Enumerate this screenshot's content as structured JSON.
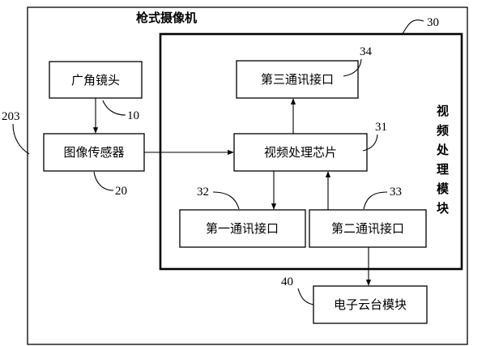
{
  "title": "枪式摄像机",
  "module_label": [
    "视",
    "频",
    "处",
    "理",
    "模",
    "块"
  ],
  "blocks": {
    "wide_angle_lens": "广角镜头",
    "image_sensor": "图像传感器",
    "video_chip": "视频处理芯片",
    "comm_interface_3": "第三通讯接口",
    "comm_interface_1": "第一通讯接口",
    "comm_interface_2": "第二通讯接口",
    "ptz_module": "电子云台模块"
  },
  "refs": {
    "camera": "203",
    "module": "30",
    "lens": "10",
    "sensor": "20",
    "chip": "31",
    "if1": "32",
    "if2": "33",
    "if3": "34",
    "ptz": "40"
  },
  "colors": {
    "stroke": "#000000",
    "background": "#ffffff"
  }
}
